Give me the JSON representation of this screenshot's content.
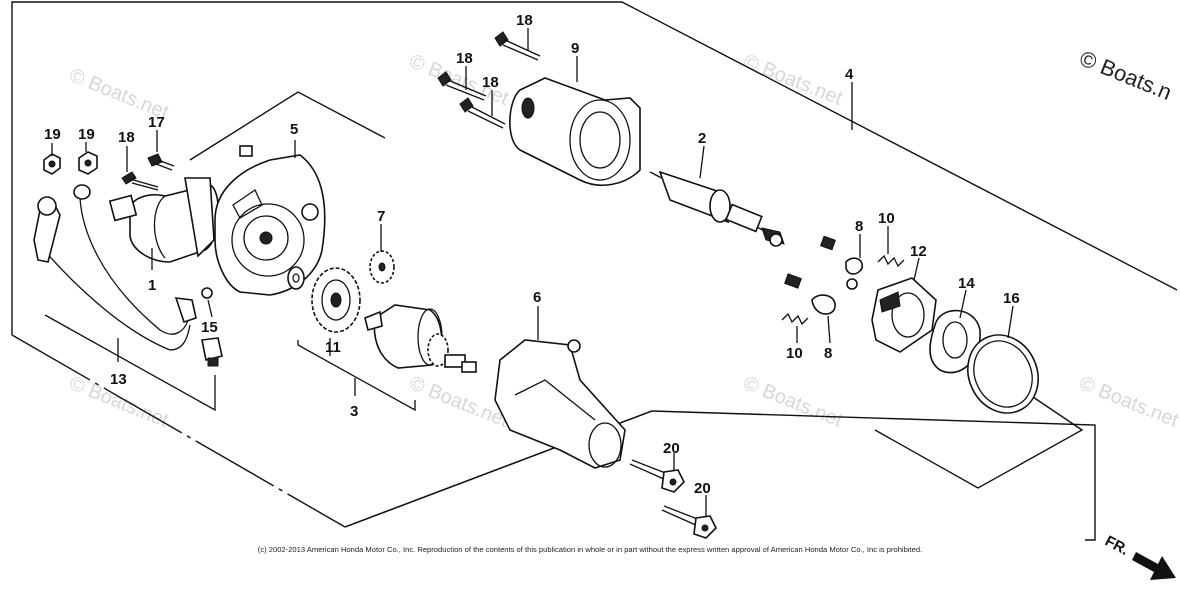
{
  "watermark": {
    "brand_top_right": "© Boats.n",
    "brand_tile": "© Boats.net"
  },
  "callouts": {
    "c1": "1",
    "c2": "2",
    "c3": "3",
    "c4": "4",
    "c5": "5",
    "c6": "6",
    "c7": "7",
    "c8a": "8",
    "c8b": "8",
    "c9": "9",
    "c10a": "10",
    "c10b": "10",
    "c11": "11",
    "c12": "12",
    "c13": "13",
    "c14": "14",
    "c15": "15",
    "c16": "16",
    "c17": "17",
    "c18a": "18",
    "c18b": "18",
    "c18c": "18",
    "c18d": "18",
    "c19a": "19",
    "c19b": "19",
    "c20a": "20",
    "c20b": "20"
  },
  "front_indicator": "FR.",
  "copyright": "(c) 2002-2013 American Honda Motor Co., Inc. Reproduction of the contents of this publication in whole or in part without the express written approval of American Honda Motor Co., Inc is prohibited."
}
